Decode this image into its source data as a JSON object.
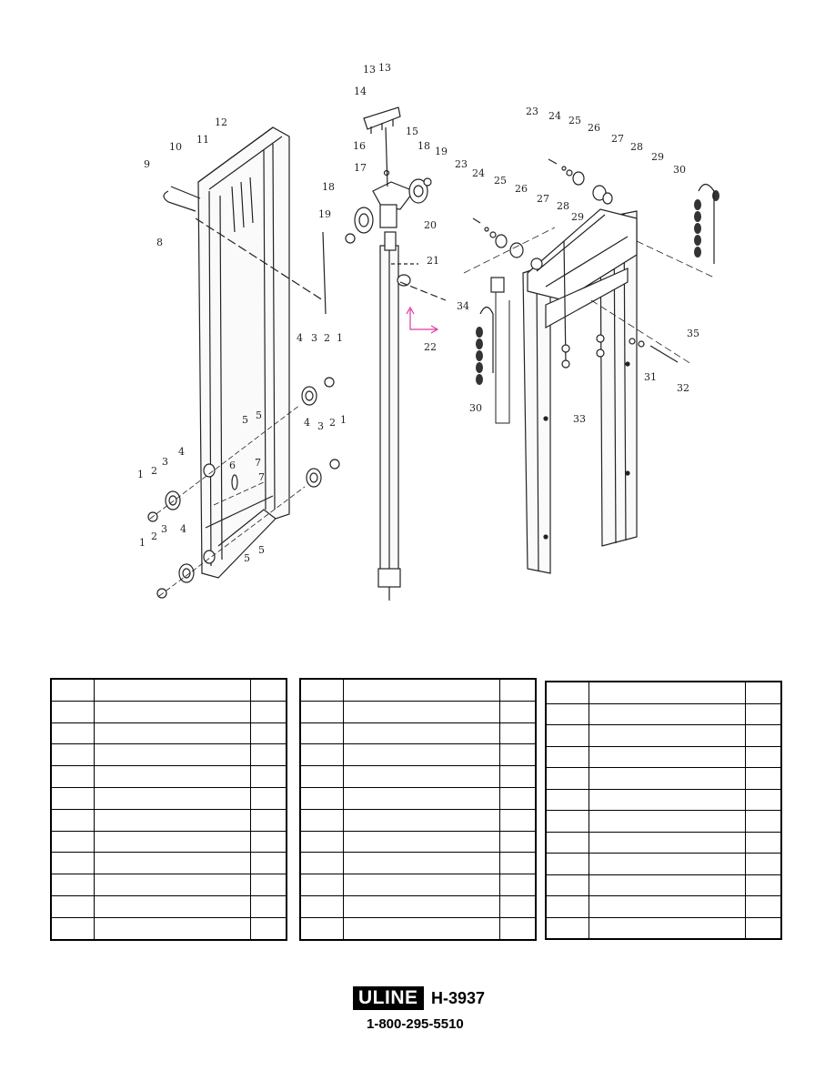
{
  "diagram": {
    "callouts": [
      "1",
      "2",
      "3",
      "4",
      "5",
      "6",
      "7",
      "8",
      "9",
      "10",
      "11",
      "12",
      "13",
      "14",
      "15",
      "16",
      "17",
      "18",
      "19",
      "20",
      "21",
      "22",
      "23",
      "24",
      "25",
      "26",
      "27",
      "28",
      "29",
      "30",
      "31",
      "32",
      "33",
      "34",
      "35"
    ]
  },
  "tables": [
    {
      "rows": 12
    },
    {
      "rows": 12
    },
    {
      "rows": 12
    }
  ],
  "footer": {
    "brand": "ULINE",
    "model": "H-3937",
    "phone": "1-800-295-5510"
  }
}
